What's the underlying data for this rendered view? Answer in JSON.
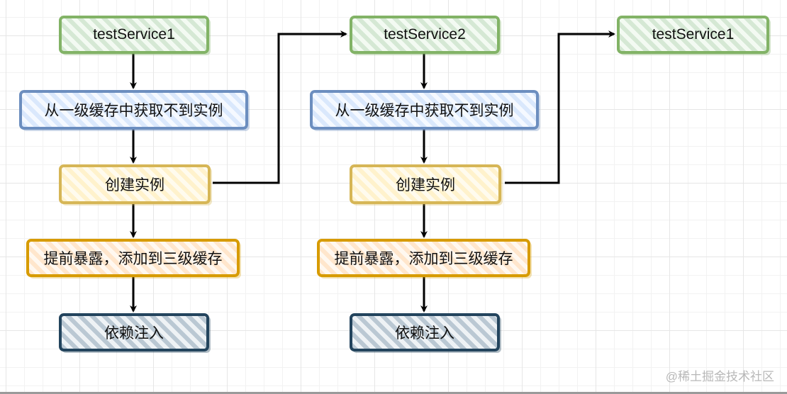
{
  "diagram": {
    "columns": [
      {
        "id": "col1",
        "nodes": [
          {
            "id": "c1-service",
            "label": "testService1",
            "style": "green"
          },
          {
            "id": "c1-get",
            "label": "从一级缓存中获取不到实例",
            "style": "blue"
          },
          {
            "id": "c1-create",
            "label": "创建实例",
            "style": "yellow"
          },
          {
            "id": "c1-expose",
            "label": "提前暴露，添加到三级缓存",
            "style": "orange"
          },
          {
            "id": "c1-inject",
            "label": "依赖注入",
            "style": "dark"
          }
        ]
      },
      {
        "id": "col2",
        "nodes": [
          {
            "id": "c2-service",
            "label": "testService2",
            "style": "green"
          },
          {
            "id": "c2-get",
            "label": "从一级缓存中获取不到实例",
            "style": "blue"
          },
          {
            "id": "c2-create",
            "label": "创建实例",
            "style": "yellow"
          },
          {
            "id": "c2-expose",
            "label": "提前暴露，添加到三级缓存",
            "style": "orange"
          },
          {
            "id": "c2-inject",
            "label": "依赖注入",
            "style": "dark"
          }
        ]
      },
      {
        "id": "col3",
        "nodes": [
          {
            "id": "c3-service",
            "label": "testService1",
            "style": "green"
          }
        ]
      }
    ],
    "edges": [
      {
        "from": "c1-service",
        "to": "c1-get"
      },
      {
        "from": "c1-get",
        "to": "c1-create"
      },
      {
        "from": "c1-create",
        "to": "c1-expose"
      },
      {
        "from": "c1-expose",
        "to": "c1-inject"
      },
      {
        "from": "c1-create",
        "to": "c2-service"
      },
      {
        "from": "c2-service",
        "to": "c2-get"
      },
      {
        "from": "c2-get",
        "to": "c2-create"
      },
      {
        "from": "c2-create",
        "to": "c2-expose"
      },
      {
        "from": "c2-expose",
        "to": "c2-inject"
      },
      {
        "from": "c2-create",
        "to": "c3-service"
      }
    ],
    "colors": {
      "green_stroke": "#82b366",
      "green_fill": "#d5e8d4",
      "blue_stroke": "#6c8ebf",
      "blue_fill": "#dae8fc",
      "yellow_stroke": "#d6b656",
      "yellow_fill": "#fff2cc",
      "orange_stroke": "#d79b00",
      "orange_fill": "#ffe6cc",
      "dark_stroke": "#23445d",
      "dark_fill": "#bac8d3",
      "edge": "#000000"
    }
  },
  "watermark": "@稀土掘金技术社区"
}
